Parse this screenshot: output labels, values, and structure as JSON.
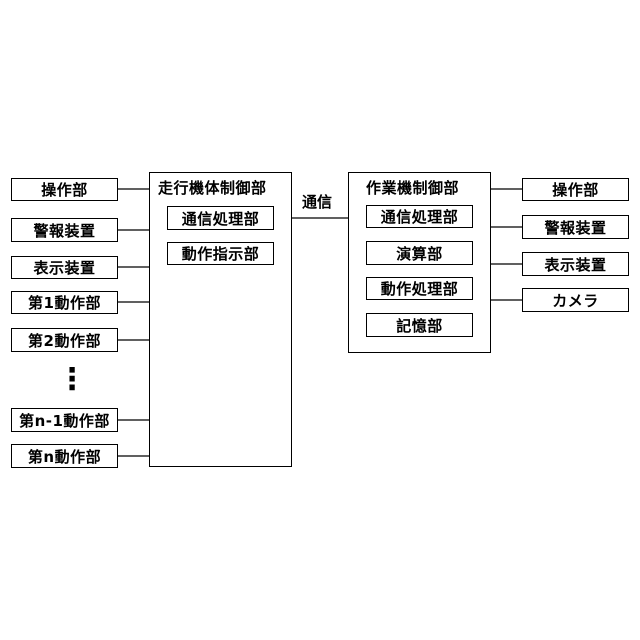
{
  "left_units": [
    "操作部",
    "警報装置",
    "表示装置",
    "第1動作部",
    "第2動作部",
    "第n-1動作部",
    "第n動作部"
  ],
  "left_ellipsis": "⋮",
  "travel_controller": {
    "title": "走行機体制御部",
    "modules": [
      "通信処理部",
      "動作指示部"
    ]
  },
  "link_label": "通信",
  "work_controller": {
    "title": "作業機制御部",
    "modules": [
      "通信処理部",
      "演算部",
      "動作処理部",
      "記憶部"
    ]
  },
  "right_units": [
    "操作部",
    "警報装置",
    "表示装置",
    "カメラ"
  ]
}
